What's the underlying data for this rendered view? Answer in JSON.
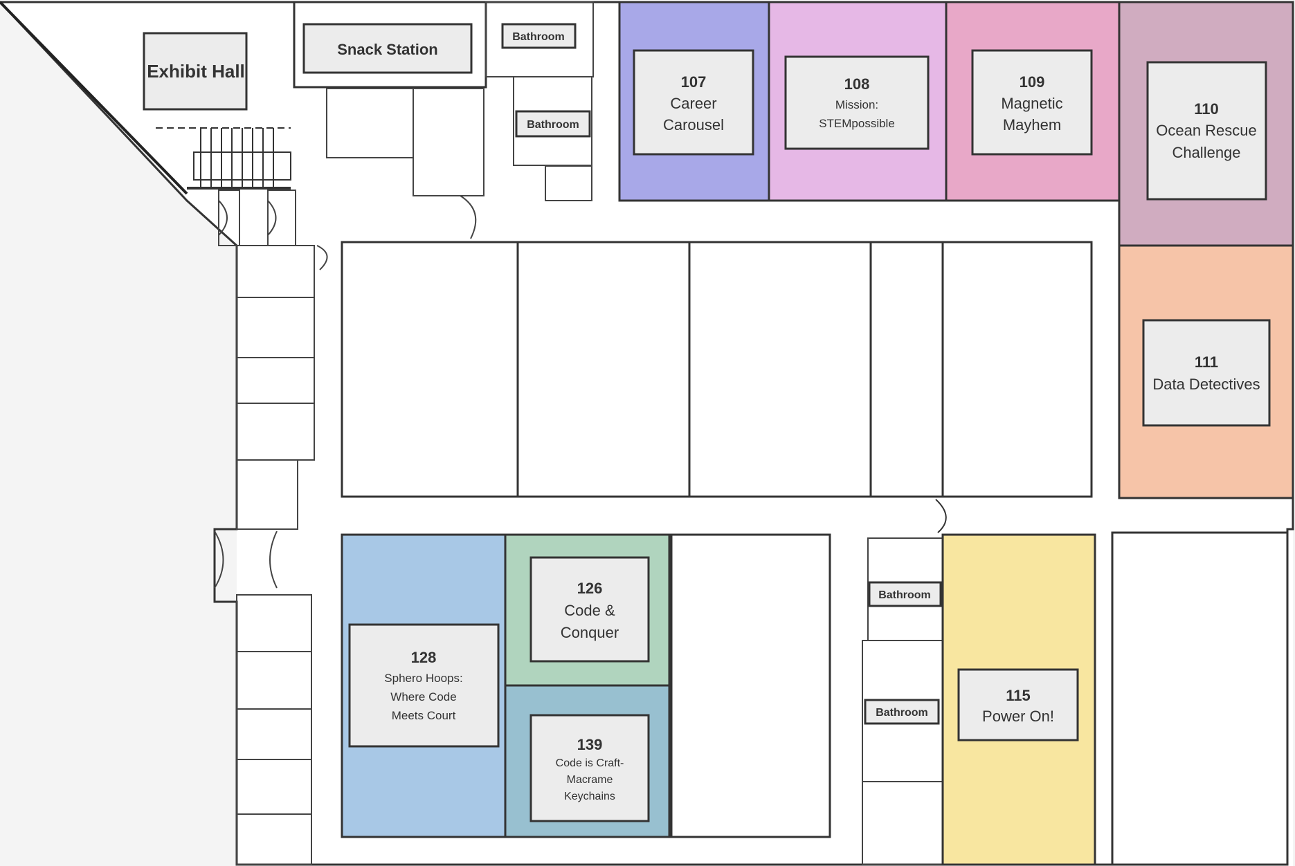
{
  "map": {
    "colors": {
      "room_107": "#a8a8e8",
      "room_108": "#e6b8e6",
      "room_109": "#e8a8c8",
      "room_110": "#d0acc0",
      "room_111": "#f6c4a8",
      "room_126": "#b0d4be",
      "room_128": "#a8c8e6",
      "room_139": "#98c0d0",
      "room_115": "#f8e6a0",
      "card": "#ececec",
      "outside": "#f4f4f4"
    },
    "labels": {
      "exhibit_hall": "Exhibit Hall",
      "snack_station": "Snack Station",
      "bathroom": "Bathroom"
    },
    "rooms": {
      "r107": {
        "number": "107",
        "name_1": "Career",
        "name_2": "Carousel"
      },
      "r108": {
        "number": "108",
        "name_1": "Mission:",
        "name_2": "STEMpossible"
      },
      "r109": {
        "number": "109",
        "name_1": "Magnetic",
        "name_2": "Mayhem"
      },
      "r110": {
        "number": "110",
        "name_1": "Ocean Rescue",
        "name_2": "Challenge"
      },
      "r111": {
        "number": "111",
        "name_1": "Data Detectives"
      },
      "r126": {
        "number": "126",
        "name_1": "Code &",
        "name_2": "Conquer"
      },
      "r128": {
        "number": "128",
        "name_1": "Sphero Hoops:",
        "name_2": "Where Code",
        "name_3": "Meets Court"
      },
      "r139": {
        "number": "139",
        "name_1": "Code is Craft-",
        "name_2": "Macrame",
        "name_3": "Keychains"
      },
      "r115": {
        "number": "115",
        "name_1": "Power On!"
      }
    }
  }
}
